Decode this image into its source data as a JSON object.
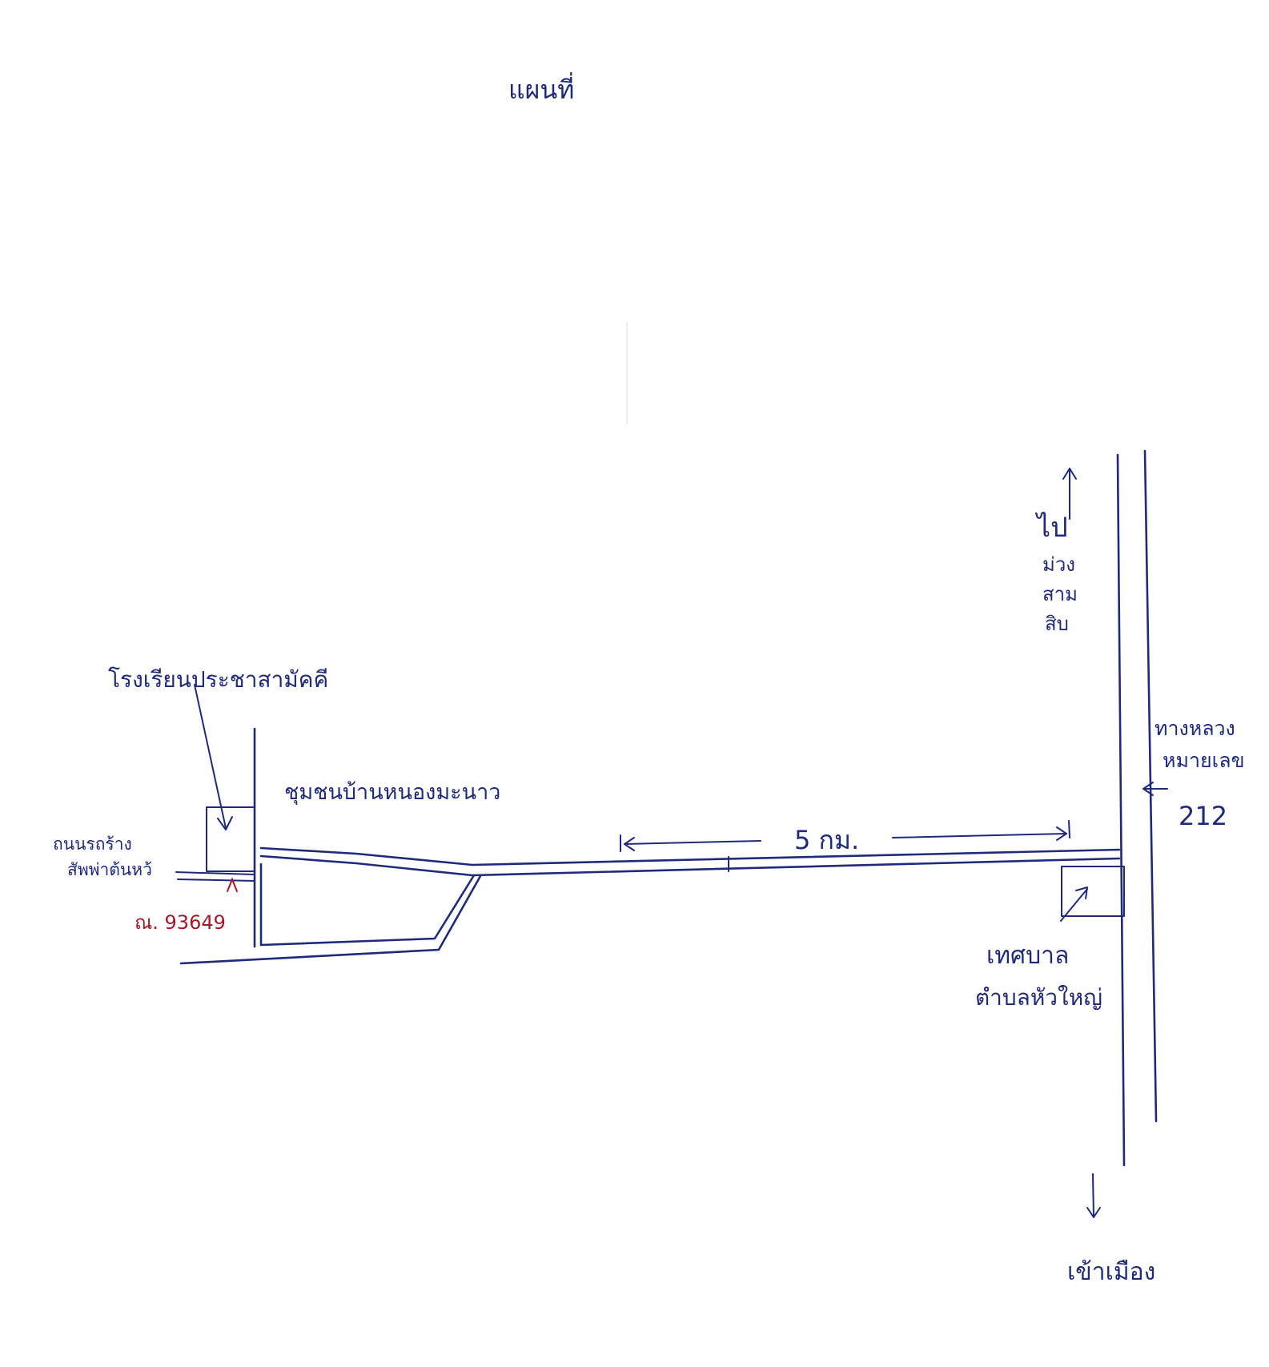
{
  "map": {
    "title": "แผนที่",
    "labels": {
      "school": "โรงเรียนประชาสามัคคี",
      "community": "ชุมชนบ้านหนองมะนาว",
      "distance": "5 กม.",
      "road_left_line1": "ถนนรถร้าง",
      "road_left_line2": "สัพพ่าต้นหว้",
      "code": "ณ. 93649",
      "to_north_line1": "ไป",
      "to_north_line2": "ม่วง",
      "to_north_line3": "สาม",
      "to_north_line4": "สิบ",
      "highway_line1": "ทางหลวง",
      "highway_line2": "หมายเลข",
      "highway_number": "212",
      "municipality_line1": "เทศบาล",
      "municipality_line2": "ตำบลหัวใหญ่",
      "to_south": "เข้าเมือง"
    },
    "colors": {
      "ink": "#1f2a7a",
      "red_ink": "#a3182a",
      "paper": "#ffffff"
    }
  }
}
